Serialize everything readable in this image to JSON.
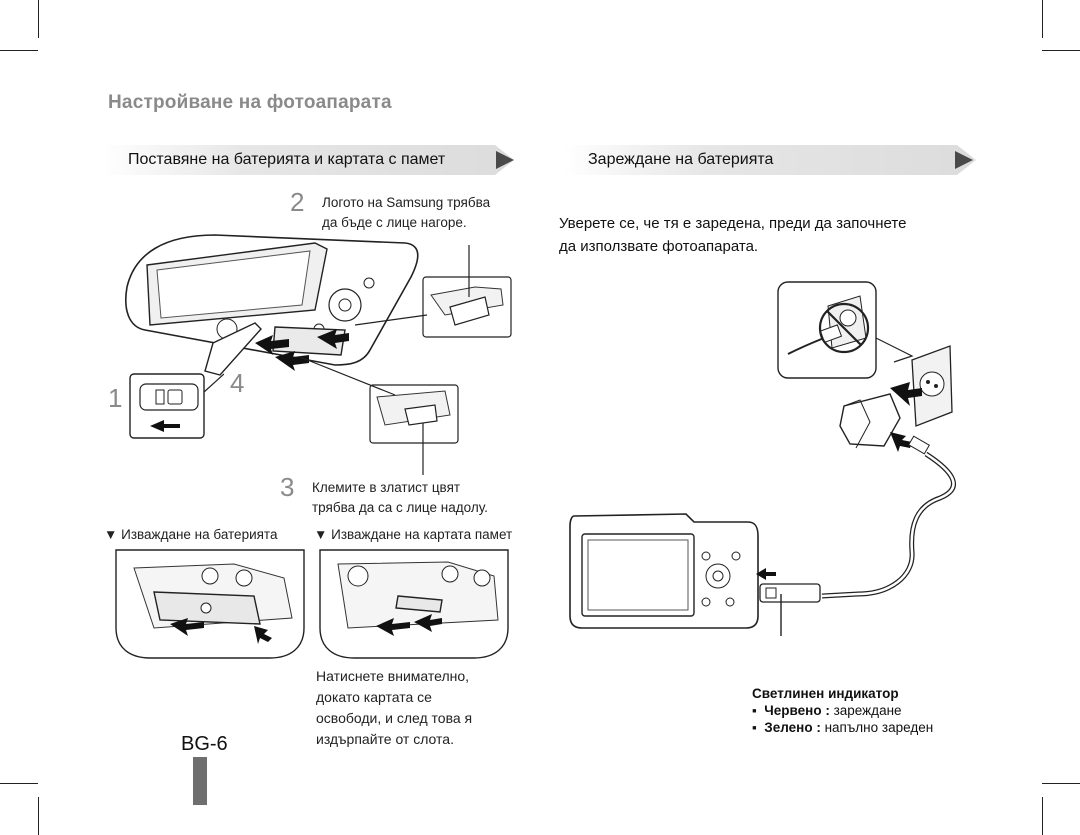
{
  "page": {
    "section_title": "Настройване на фотоапарата",
    "page_number": "BG-6"
  },
  "left": {
    "banner": "Поставяне на батерията и картата с памет",
    "step2": {
      "num": "2",
      "line1": "Логото на Samsung трябва",
      "line2": "да бъде с лице нагоре."
    },
    "step1": {
      "num": "1"
    },
    "step4": {
      "num": "4"
    },
    "step3": {
      "num": "3",
      "line1": "Клемите в златист цвят",
      "line2": "трябва да са с лице надолу."
    },
    "remove_battery": "Изваждане на батерията",
    "remove_card": "Изваждане на картата памет",
    "card_note": [
      "Натиснете внимателно,",
      "докато картата се",
      "освободи, и след това я",
      "издърпайте от слота."
    ]
  },
  "right": {
    "banner": "Зареждане на батерията",
    "intro": [
      "Уверете се, че тя е заредена, преди да започнете",
      "да използвате фотоапарата."
    ],
    "indicator": {
      "title": "Светлинен индикатор",
      "items": [
        {
          "label": "Червено :",
          "text": "зареждане"
        },
        {
          "label": "Зелено :",
          "text": "напълно зареден"
        }
      ]
    }
  },
  "icons": [
    "arrow-right-icon",
    "power-plug-icon",
    "camera-illustration",
    "charger-illustration"
  ]
}
